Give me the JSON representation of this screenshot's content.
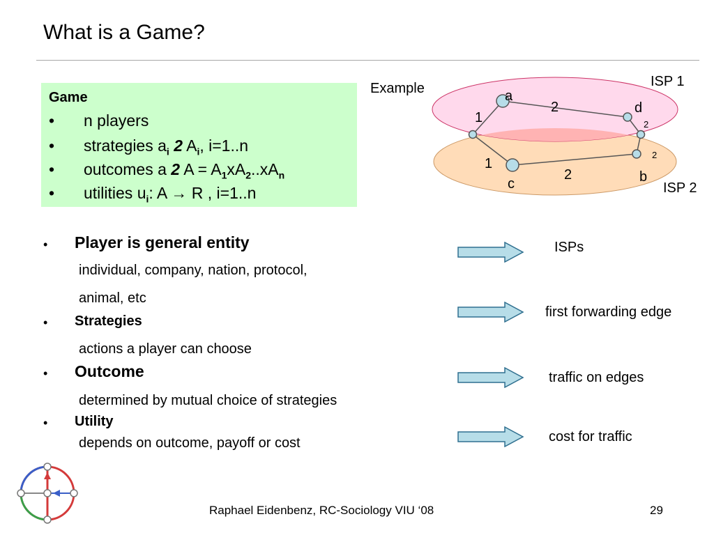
{
  "slide": {
    "title": "What is a Game?",
    "footer": "Raphael Eidenbenz, RC-Sociology VIU ‘08",
    "page_number": "29"
  },
  "game_box": {
    "heading": "Game",
    "bullet_char": "•",
    "line1": "n players",
    "line2": {
      "a": "strategies a",
      "sub1": "i",
      "op": "2",
      "b": "A",
      "sub2": "i",
      "c": ", i=1..n"
    },
    "line3": {
      "a": "outcomes a ",
      "op": "2",
      "b": " A = A",
      "s1": "1",
      "c": "xA",
      "s2": "2",
      "d": "..xA",
      "sn": "n"
    },
    "line4": {
      "a": "utilities u",
      "sub": "i",
      "b": ": A ",
      "arrow": "→",
      "c": " R , i=1..n"
    }
  },
  "bullets": [
    {
      "heading": "Player is general entity",
      "details": [
        "individual, company, nation, protocol,",
        "animal, etc"
      ],
      "example": "ISPs"
    },
    {
      "heading": "Strategies",
      "details": [
        "actions a player can choose"
      ],
      "example": "first forwarding edge"
    },
    {
      "heading": "Outcome",
      "details": [
        "determined by mutual choice of strategies"
      ],
      "example": "traffic on edges"
    },
    {
      "heading": "Utility",
      "details": [
        "depends on outcome, payoff or cost"
      ],
      "example": "cost for traffic"
    }
  ],
  "diagram": {
    "label": "Example",
    "isp1": "ISP 1",
    "isp2": "ISP 2",
    "nodes": {
      "a": "a",
      "b": "b",
      "c": "c",
      "d": "d"
    },
    "edge_labels": {
      "top_left": "1",
      "top_mid": "2",
      "top_right": "2",
      "bot_left": "1",
      "bot_mid": "2",
      "bot_right": "2"
    },
    "colors": {
      "isp1_fill": "#ffd9ec",
      "isp2_fill": "#ffdcb8",
      "overlap_fill": "#ffb3b3",
      "node_fill": "#b7dde8"
    }
  },
  "colors": {
    "game_box_bg": "#ccffcc",
    "arrow_fill": "#b7dde8",
    "arrow_stroke": "#2f6f8f"
  }
}
